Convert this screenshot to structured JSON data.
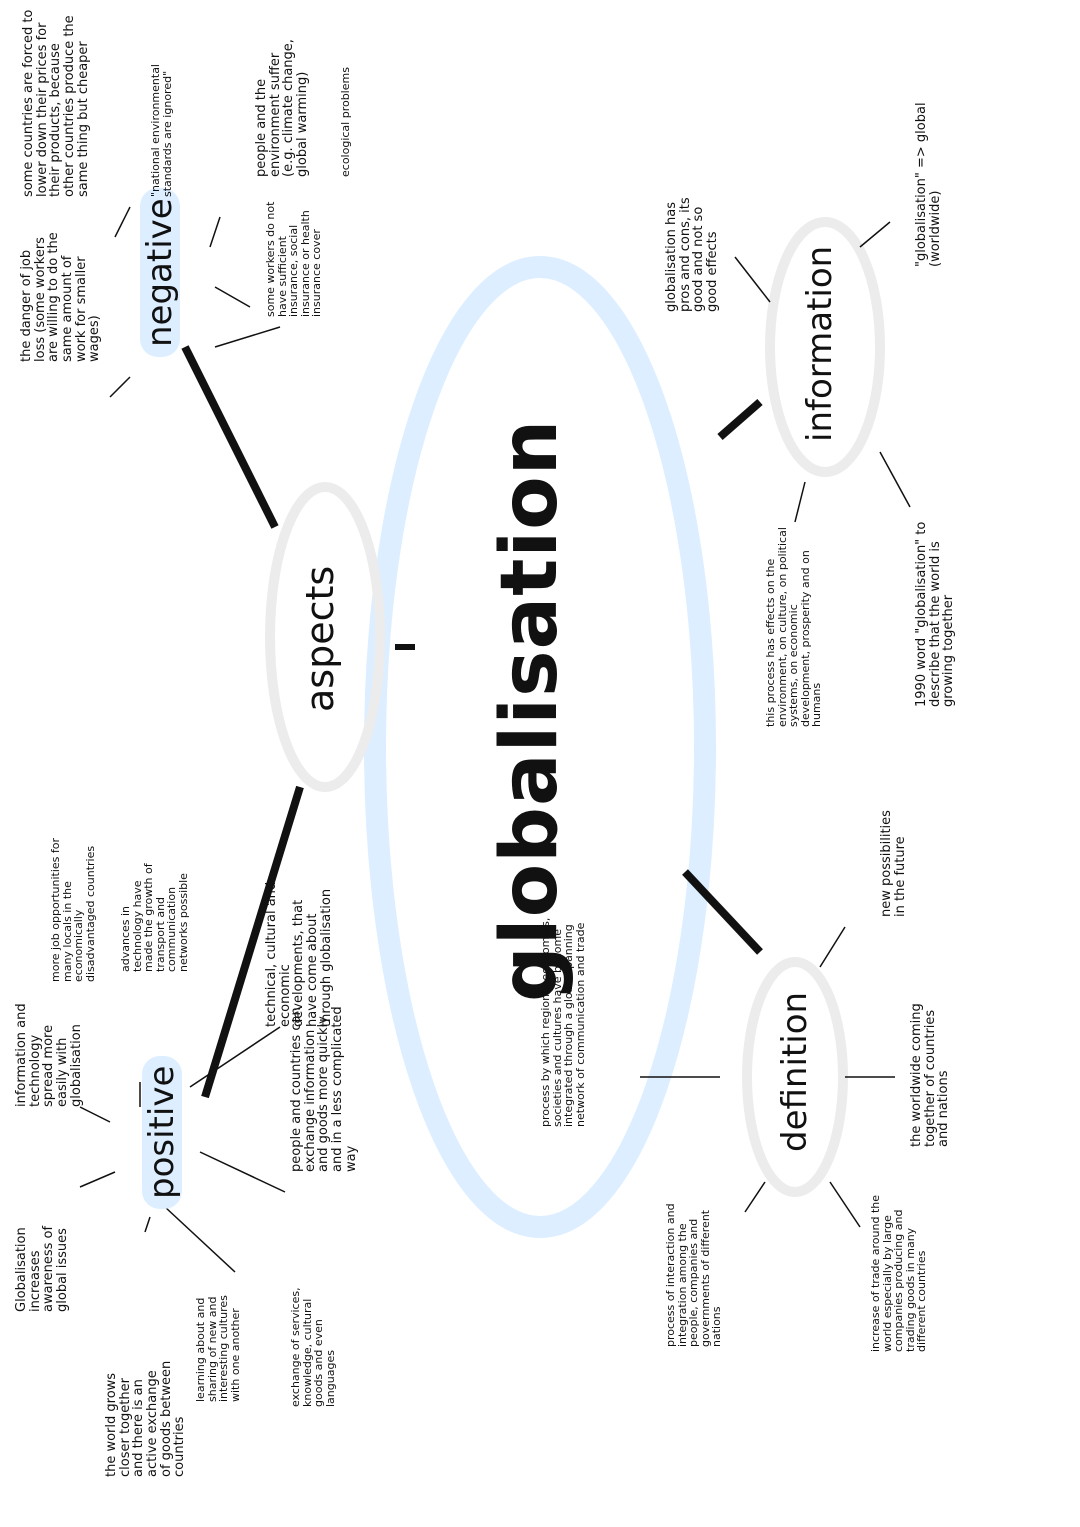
{
  "center": {
    "label": "globalisation"
  },
  "aspects": {
    "label": "aspects",
    "negative": {
      "label": "negative",
      "items": [
        "the danger of job loss (some workers are willing to do the same amount of work for smaller wages)",
        "some countries are forced to lower down their prices for their products, because other countries produce the same thing but cheaper",
        "\"national environmental standards are ignored\"",
        "people and the environment suffer (e.g. climate change, global warming)",
        "ecological problems",
        "some workers do not have sufficient insurance, social insurance or health insurance cover"
      ]
    },
    "positive": {
      "label": "positive",
      "items": [
        "Globalisation increases awareness of global issues",
        "information and technology spread more easily with globalisation",
        "more job opportunities for many locals in the economically disadvantaged countries",
        "advances in technology have made the growth of transport and communication networks possible",
        "technical, cultural and economic developments, that have come about through globalisation",
        "people and countries can exchange information and goods more quickly and in a less complicated way",
        "exchange of services, knowledge, cultural goods and even languages",
        "learning about and sharing of new and interesting cultures with one another",
        "the world grows closer together and there is an active exchange of goods between countries"
      ]
    }
  },
  "information": {
    "label": "information",
    "items": [
      "globalisation has pros and cons, its good and not so good effects",
      "\"globalisation\" => global (worldwide)",
      "1990 word \"globalisation\" to describe that the world is growing together",
      "this process has effects on the environment, on culture, on political systems, on economic development, prosperity and on humans"
    ]
  },
  "definition": {
    "label": "definition",
    "items": [
      "process by which regional economies, societies and cultures have become integrated through a globe-spanning network of communication and trade",
      "new possibilities in the future",
      "the worldwide coming together of countries and nations",
      "increase of trade around the world especially by large companies producing and trading goods in many different countries",
      "process of interaction and integration among the people, companies and governments of different nations"
    ]
  },
  "colors": {
    "center_ellipse": "#dceeff",
    "sub_ellipse": "#ececec",
    "highlight": "#dceeff",
    "ink": "#111111"
  }
}
